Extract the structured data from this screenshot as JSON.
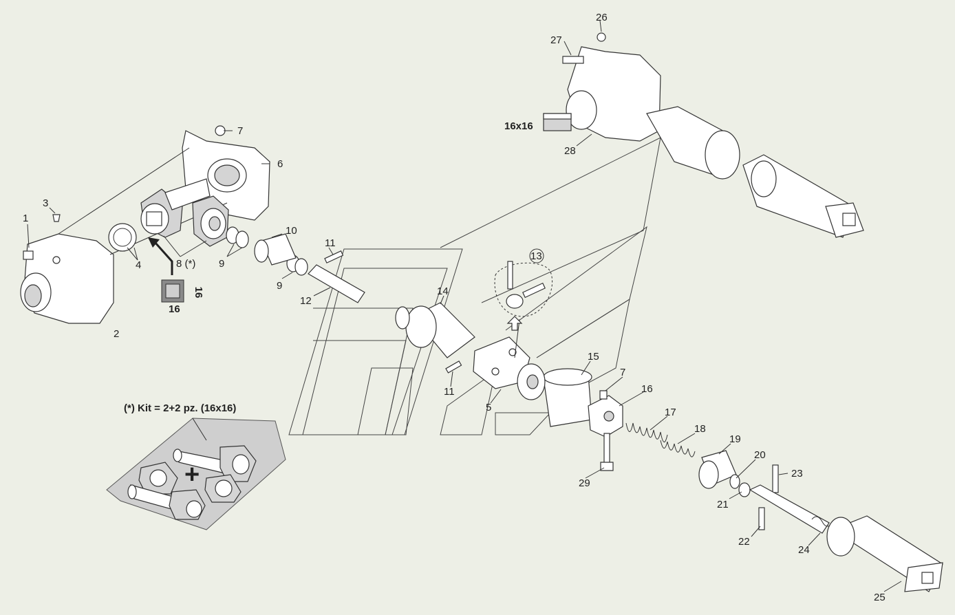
{
  "labels": {
    "p1": "1",
    "p2": "2",
    "p3": "3",
    "p4": "4",
    "p5": "5",
    "p6": "6",
    "p7a": "7",
    "p7b": "7",
    "p8": "8 (*)",
    "p9a": "9",
    "p9b": "9",
    "p10": "10",
    "p11a": "11",
    "p11b": "11",
    "p12": "12",
    "p13": "13",
    "p14": "14",
    "p15": "15",
    "p16": "16",
    "p17": "17",
    "p18": "18",
    "p19": "19",
    "p20": "20",
    "p21": "21",
    "p22": "22",
    "p23": "23",
    "p24": "24",
    "p25": "25",
    "p26": "26",
    "p27": "27",
    "p28": "28"
  },
  "callouts": {
    "square_side": "16",
    "square_bottom": "16",
    "shaft_profile": "16x16",
    "kit_note": "(*) Kit = 2+2 pz. (16x16)",
    "kit_plus": "+"
  },
  "colors": {
    "background": "#edefe6",
    "line": "#333333"
  }
}
